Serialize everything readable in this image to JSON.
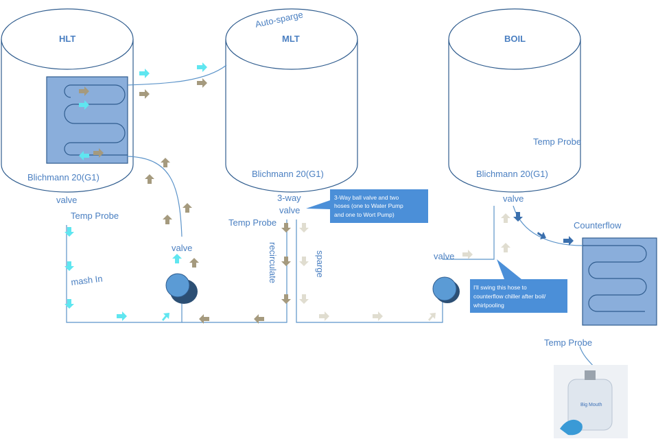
{
  "vessels": {
    "hlt": {
      "title": "HLT",
      "model": "Blichmann 20(G1)"
    },
    "mlt": {
      "title": "MLT",
      "model": "Blichmann 20(G1)"
    },
    "boil": {
      "title": "BOIL",
      "model": "Blichmann 20(G1)"
    }
  },
  "labels": {
    "auto_sparge": "Auto-sparge",
    "hlt_valve": "valve",
    "hlt_temp_probe": "Temp Probe",
    "mash_in": "mash In",
    "pump1_valve": "valve",
    "mlt_three_way_line1": "3-way",
    "mlt_three_way_line2": "valve",
    "mlt_temp_probe": "Temp Probe",
    "recirculate": "recirculate",
    "sparge": "sparge",
    "pump2_valve": "valve",
    "boil_temp_probe": "Temp Probe",
    "boil_valve": "valve",
    "counterflow": "Counterflow",
    "counterflow_temp_probe": "Temp Probe"
  },
  "callouts": {
    "three_way": [
      "3-Way ball valve and two",
      "hoses (one to Water Pump",
      "and one to Wort Pump)"
    ],
    "swing_hose": [
      "I'll swing this hose to",
      "counterflow chiller after boil/",
      "whirlpooling"
    ]
  },
  "colors": {
    "vessel_outline": "#2f5c8e",
    "label_text": "#4a7fc1",
    "water_arrow": "#5fe6f0",
    "wort_arrow": "#a59a7e",
    "sparge_arrow": "#e0ddd0",
    "coil_box": "#8aaedb",
    "callout": "#4b8fd8",
    "pump": "#5b9bd5",
    "pump_shadow": "#2c4f74",
    "chiller_arrow": "#3a6fad"
  }
}
